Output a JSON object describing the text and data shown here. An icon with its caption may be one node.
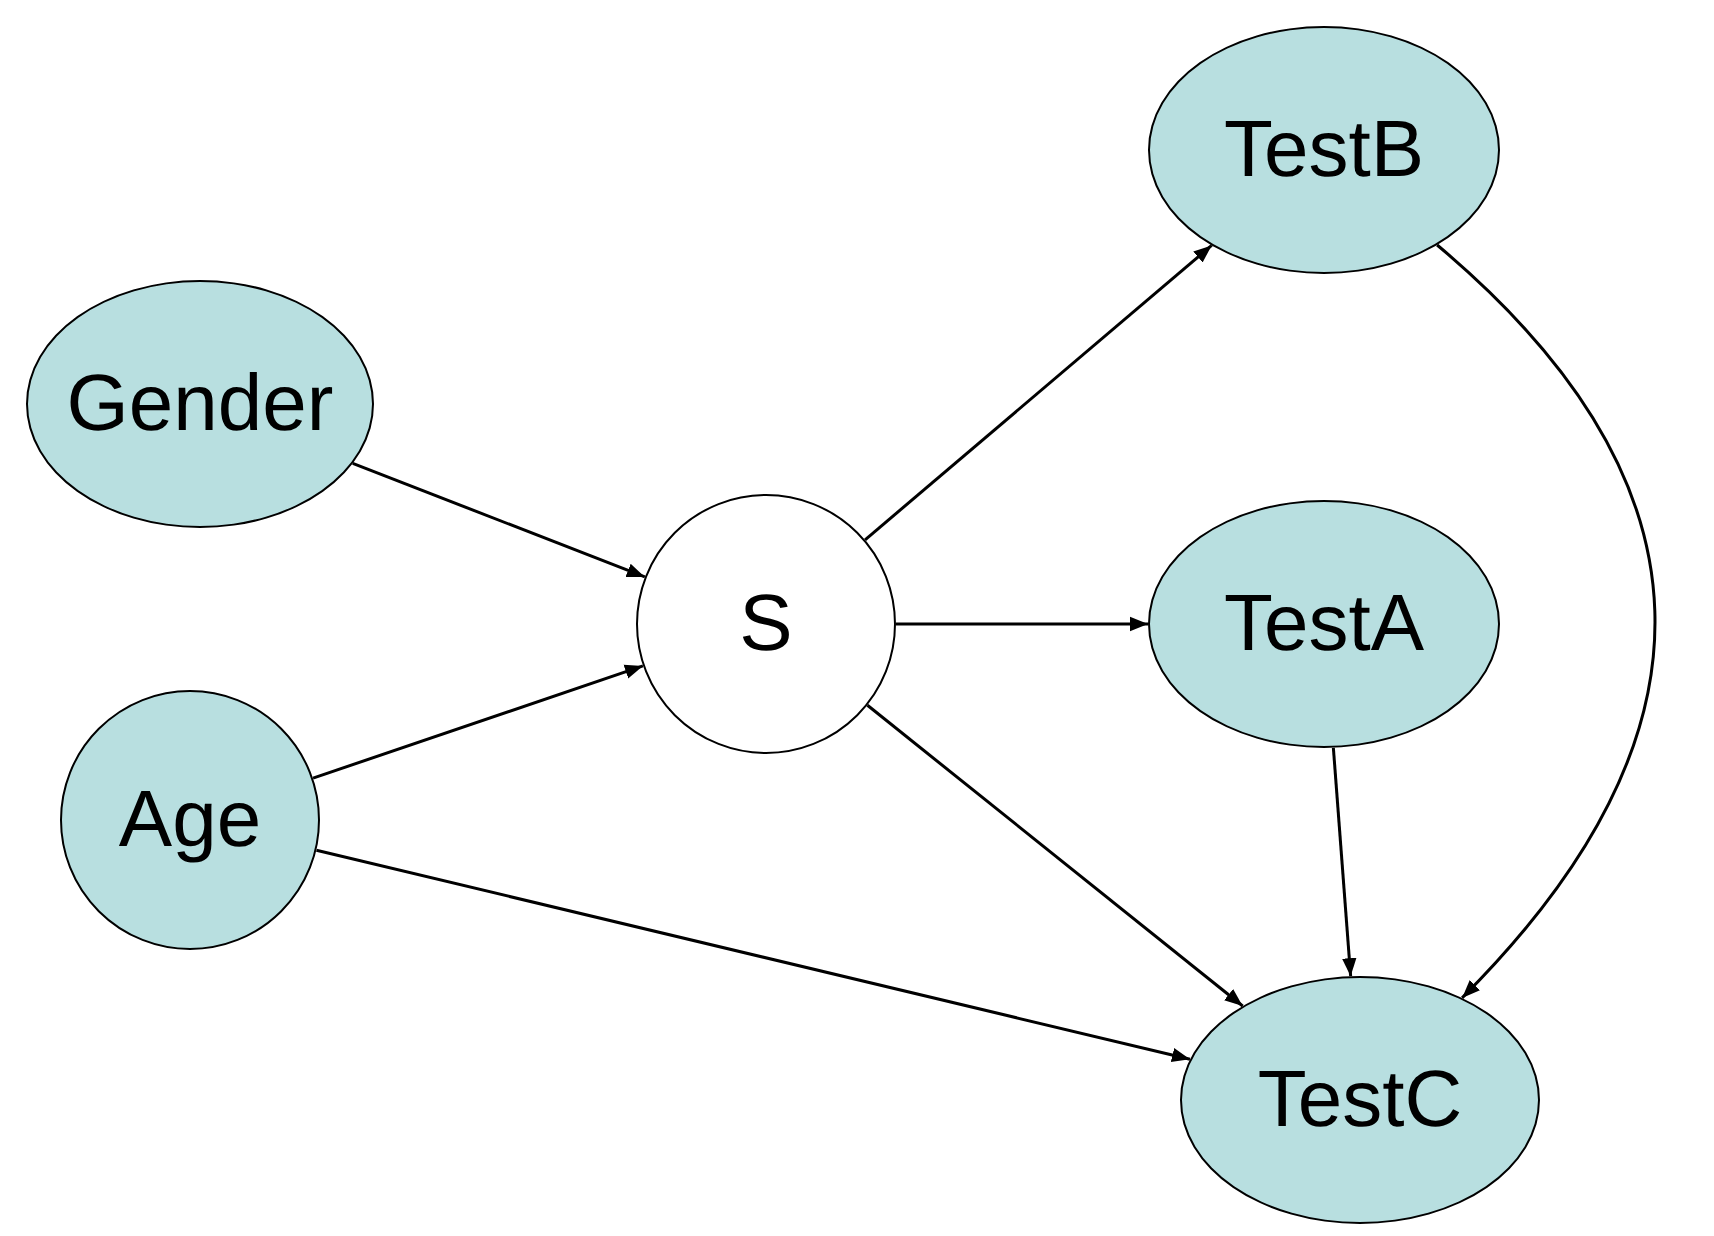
{
  "diagram": {
    "nodes": [
      {
        "text": [
          "Gender"
        ]
      },
      {
        "text": [
          "Age"
        ]
      },
      {
        "text": [
          "S"
        ]
      },
      {
        "text": [
          "TestB"
        ]
      },
      {
        "text": [
          "TestA"
        ]
      },
      {
        "text": [
          "TestC"
        ]
      }
    ],
    "edges": [
      {
        "from": 0,
        "to": 2,
        "arrow": "to"
      },
      {
        "from": 1,
        "to": 2,
        "arrow": "to"
      },
      {
        "from": 1,
        "to": 5,
        "arrow": "to"
      },
      {
        "from": 2,
        "to": 3,
        "arrow": "to"
      },
      {
        "from": 2,
        "to": 4,
        "arrow": "to"
      },
      {
        "from": 2,
        "to": 5,
        "arrow": "to"
      },
      {
        "from": 4,
        "to": 5,
        "arrow": "to"
      },
      {
        "from": 3,
        "to": 5,
        "arrow": "to"
      }
    ]
  }
}
